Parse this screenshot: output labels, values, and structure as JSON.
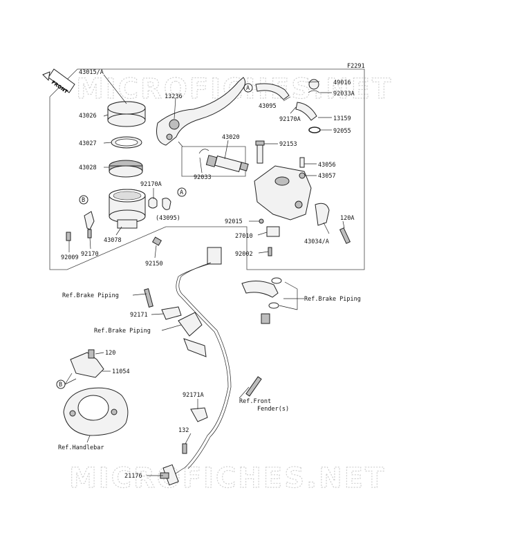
{
  "diagram": {
    "code": "F2291",
    "watermark": "MICROFICHES.NET",
    "front_label": "FRONT",
    "callouts": {
      "A": "A",
      "B": "B"
    },
    "parts": {
      "p43015A": "43015/A",
      "p43026": "43026",
      "p43027": "43027",
      "p43028": "43028",
      "p13236": "13236",
      "p43020": "43020",
      "p92033": "92033",
      "p92170A_1": "92170A",
      "p43095_1": "(43095)",
      "p43078": "43078",
      "p92009": "92009",
      "p92170": "92170",
      "p92150": "92150",
      "p43095_2": "43095",
      "p92170A_2": "92170A",
      "p49016": "49016",
      "p92033A": "92033A",
      "p13159": "13159",
      "p92055": "92055",
      "p92153": "92153",
      "p43056": "43056",
      "p43057": "43057",
      "p92015": "92015",
      "p27010": "27010",
      "p120A": "120A",
      "p43034A": "43034/A",
      "p92002": "92002",
      "p92171": "92171",
      "p120": "120",
      "p11054": "11054",
      "p92171A": "92171A",
      "p132": "132",
      "p21176": "21176"
    },
    "references": {
      "brake_piping_1": "Ref.Brake Piping",
      "brake_piping_2": "Ref.Brake Piping",
      "brake_piping_3": "Ref.Brake Piping",
      "front_fender": "Ref.Front\nFender(s)",
      "front_fender_l1": "Ref.Front",
      "front_fender_l2": "Fender(s)",
      "handlebar": "Ref.Handlebar"
    }
  }
}
